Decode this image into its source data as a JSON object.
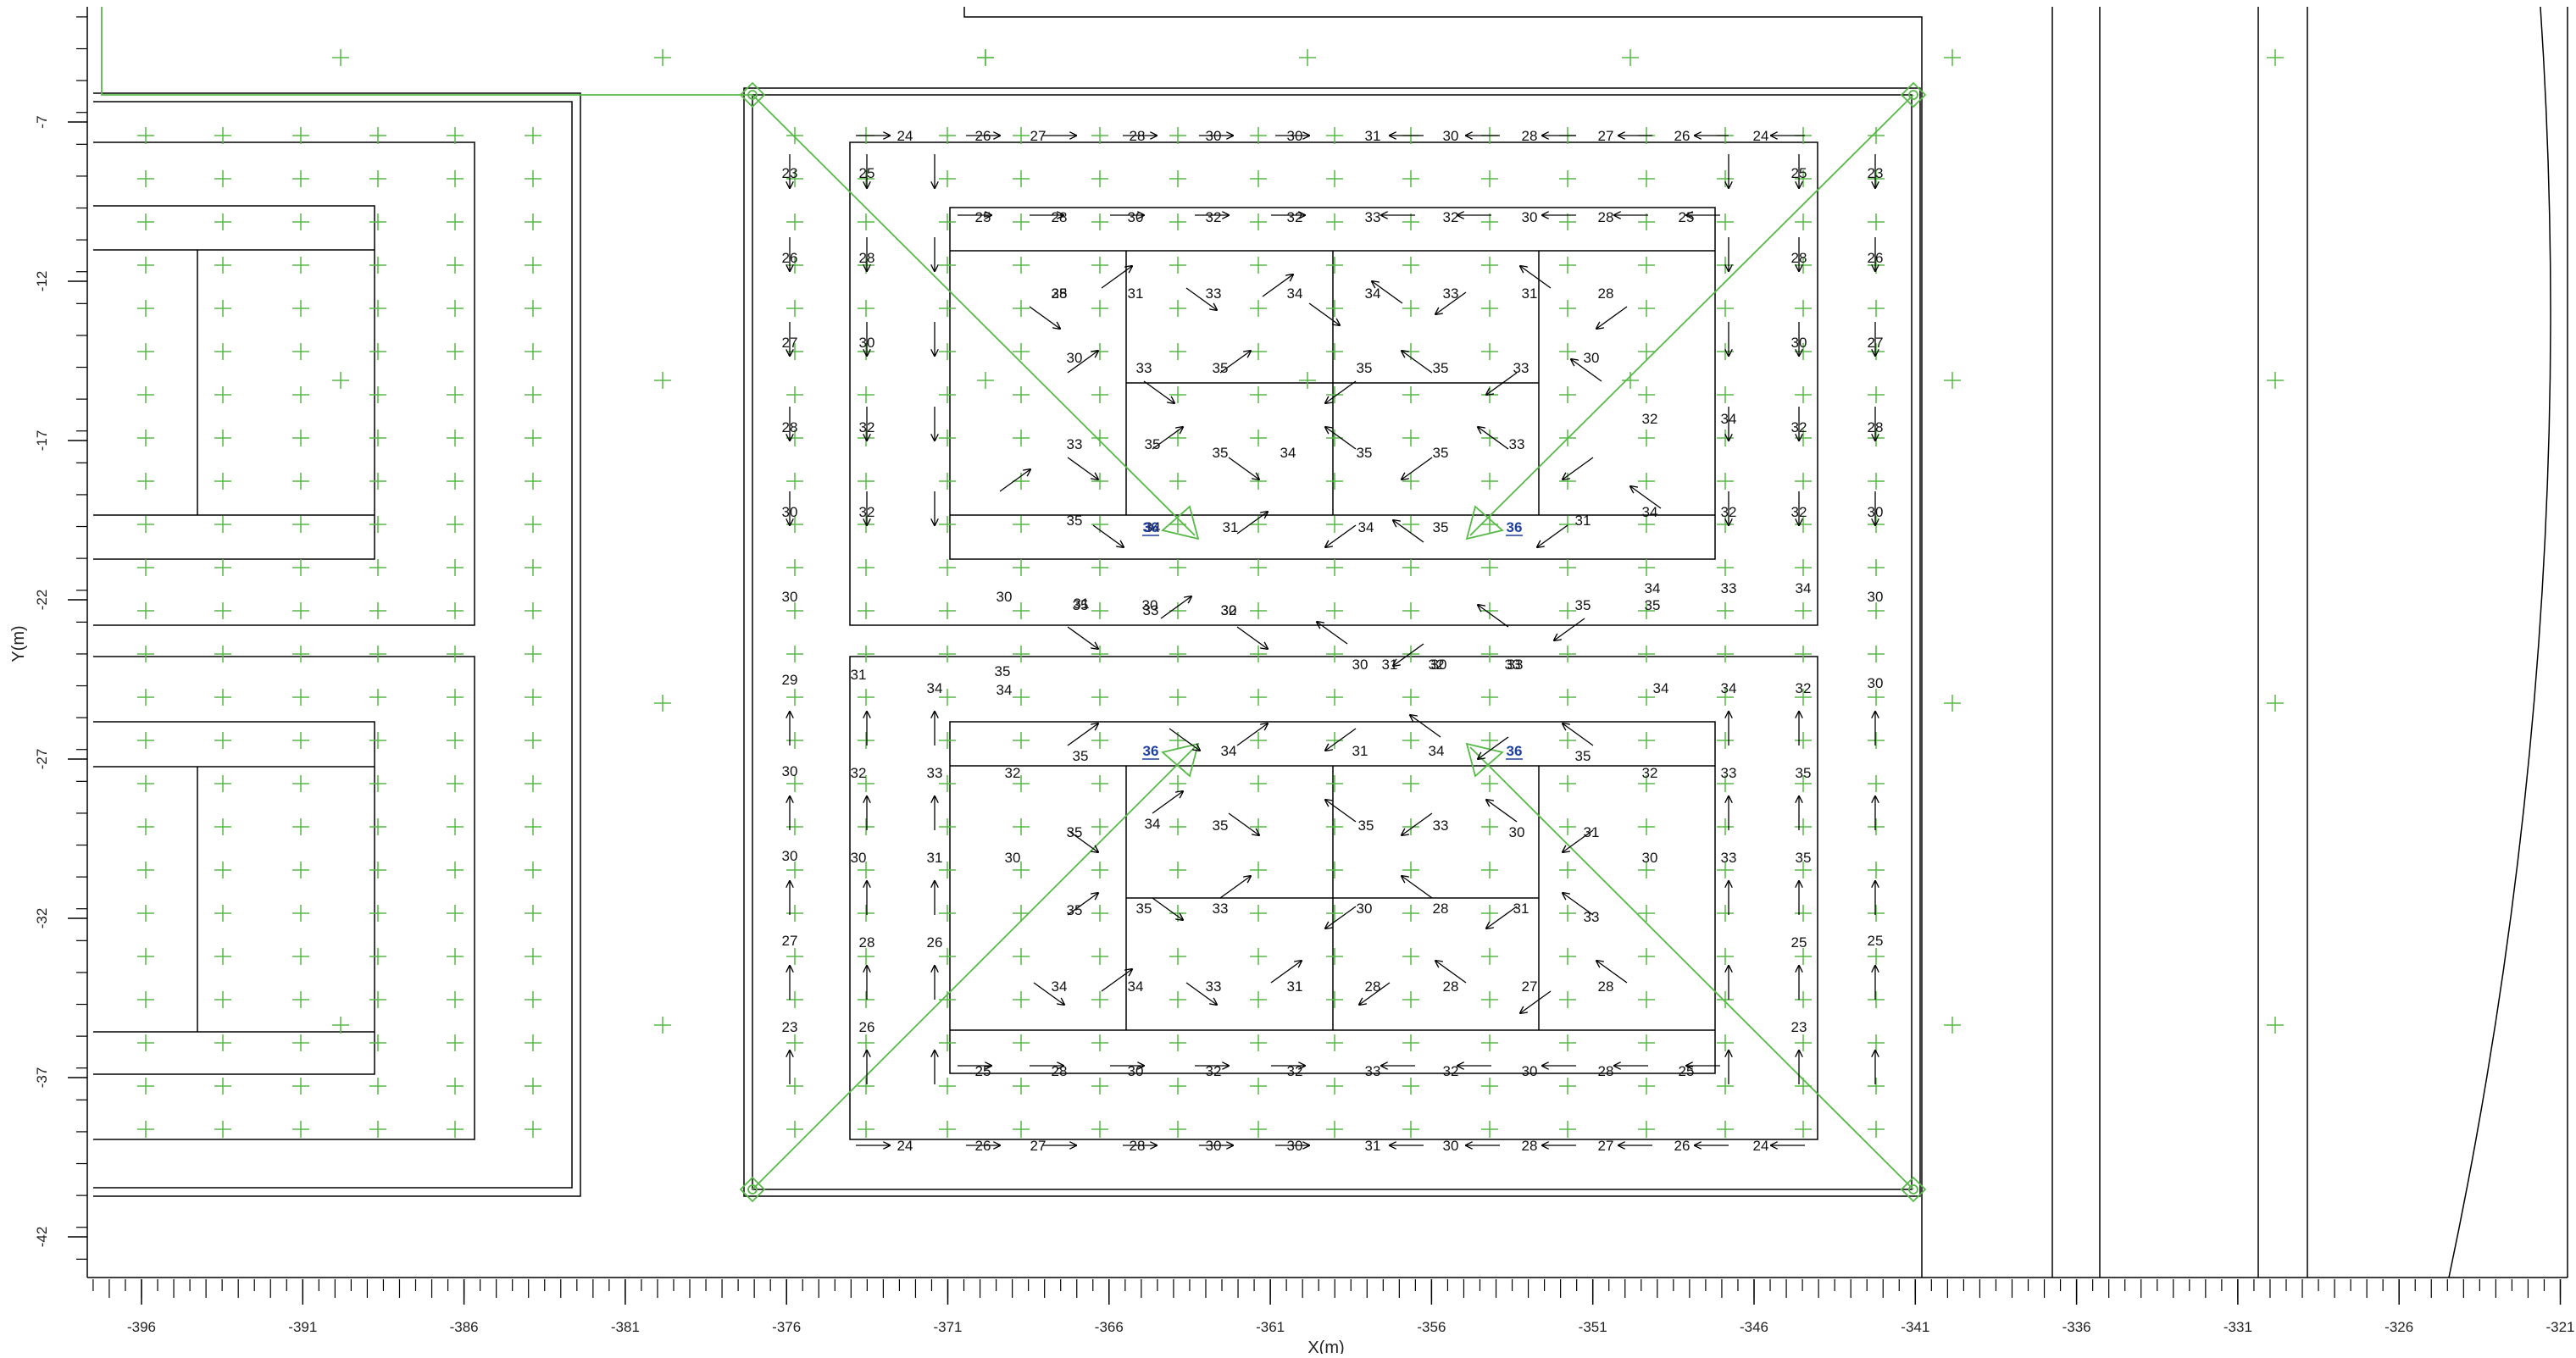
{
  "x_axis": {
    "label": "X(m)",
    "ticks": [
      "-396",
      "-391",
      "-386",
      "-381",
      "-376",
      "-371",
      "-366",
      "-361",
      "-356",
      "-351",
      "-346",
      "-341",
      "-336",
      "-331",
      "-326",
      "-321"
    ],
    "range": [
      -397.5,
      -320.75
    ]
  },
  "y_axis": {
    "label": "Y(m)",
    "ticks": [
      "-7",
      "-12",
      "-17",
      "-22",
      "-27",
      "-32",
      "-37",
      "-42"
    ],
    "range": [
      -44.35,
      -3.7
    ]
  },
  "colors": {
    "structure": "#000000",
    "overlay": "#57b947",
    "highlight": "#1e3fa0"
  },
  "highlight_labels": [
    "36",
    "36",
    "36",
    "36"
  ],
  "bay_labels": {
    "upper_top_row": [
      "24",
      "26",
      "27",
      "28",
      "30",
      "30",
      "31",
      "30",
      "28",
      "27",
      "26",
      "24"
    ],
    "upper_second_row": [
      "25",
      "28",
      "30",
      "32",
      "32",
      "33",
      "32",
      "30",
      "28",
      "25"
    ],
    "upper_left_col": [
      "23",
      "26",
      "27",
      "28",
      "30",
      "30"
    ],
    "upper_inner_left_col": [
      "25",
      "28",
      "30",
      "32",
      "32"
    ],
    "upper_interior": [
      "28",
      "31",
      "33",
      "34",
      "34",
      "33",
      "31",
      "28",
      "30",
      "33",
      "35",
      "35",
      "35",
      "33",
      "30",
      "33",
      "35",
      "35",
      "34",
      "35",
      "35",
      "33",
      "35",
      "34",
      "31",
      "34",
      "35",
      "31",
      "30",
      "31",
      "30",
      "30",
      "31",
      "30",
      "33",
      "32",
      "34",
      "34",
      "34",
      "32",
      "33",
      "34",
      "35"
    ],
    "middle_band": [
      "35",
      "33",
      "32",
      "30",
      "32",
      "33",
      "35",
      "35",
      "29",
      "31",
      "34",
      "35",
      "34",
      "34",
      "34",
      "32",
      "30"
    ],
    "lower_interior": [
      "35",
      "34",
      "31",
      "34",
      "35",
      "32",
      "33",
      "32",
      "30",
      "32",
      "33",
      "35",
      "35",
      "34",
      "35",
      "35",
      "33",
      "30",
      "31",
      "30",
      "30",
      "31",
      "30",
      "30",
      "33",
      "35",
      "35",
      "35",
      "33",
      "30",
      "28",
      "31",
      "33",
      "34",
      "34",
      "33",
      "31",
      "28",
      "28",
      "27",
      "28",
      "28",
      "27",
      "26",
      "25",
      "25",
      "26",
      "23",
      "23"
    ],
    "lower_second_row": [
      "25",
      "28",
      "30",
      "32",
      "32",
      "33",
      "32",
      "30",
      "28",
      "25"
    ],
    "lower_bottom_row": [
      "24",
      "26",
      "27",
      "28",
      "30",
      "30",
      "31",
      "30",
      "28",
      "27",
      "26",
      "24"
    ]
  }
}
